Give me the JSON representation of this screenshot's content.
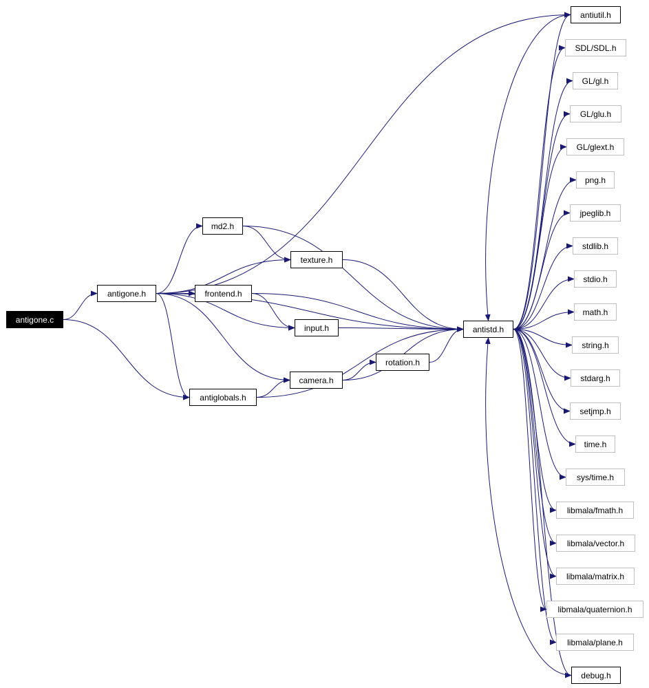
{
  "colors": {
    "edge": "#191970",
    "root_fill": "#000000",
    "root_text": "#ffffff",
    "project_border": "#000000",
    "external_border": "#bfbfbf"
  },
  "nodes": [
    {
      "id": "antigone_c",
      "label": "antigone.c",
      "kind": "root"
    },
    {
      "id": "antigone_h",
      "label": "antigone.h",
      "kind": "project"
    },
    {
      "id": "antiglobals_h",
      "label": "antiglobals.h",
      "kind": "project"
    },
    {
      "id": "md2_h",
      "label": "md2.h",
      "kind": "project"
    },
    {
      "id": "texture_h",
      "label": "texture.h",
      "kind": "project"
    },
    {
      "id": "frontend_h",
      "label": "frontend.h",
      "kind": "project"
    },
    {
      "id": "input_h",
      "label": "input.h",
      "kind": "project"
    },
    {
      "id": "camera_h",
      "label": "camera.h",
      "kind": "project"
    },
    {
      "id": "rotation_h",
      "label": "rotation.h",
      "kind": "project"
    },
    {
      "id": "antistd_h",
      "label": "antistd.h",
      "kind": "project"
    },
    {
      "id": "antiutil_h",
      "label": "antiutil.h",
      "kind": "project"
    },
    {
      "id": "debug_h",
      "label": "debug.h",
      "kind": "project"
    },
    {
      "id": "sdl_h",
      "label": "SDL/SDL.h",
      "kind": "external"
    },
    {
      "id": "gl_h",
      "label": "GL/gl.h",
      "kind": "external"
    },
    {
      "id": "glu_h",
      "label": "GL/glu.h",
      "kind": "external"
    },
    {
      "id": "glext_h",
      "label": "GL/glext.h",
      "kind": "external"
    },
    {
      "id": "png_h",
      "label": "png.h",
      "kind": "external"
    },
    {
      "id": "jpeglib_h",
      "label": "jpeglib.h",
      "kind": "external"
    },
    {
      "id": "stdlib_h",
      "label": "stdlib.h",
      "kind": "external"
    },
    {
      "id": "stdio_h",
      "label": "stdio.h",
      "kind": "external"
    },
    {
      "id": "math_h",
      "label": "math.h",
      "kind": "external"
    },
    {
      "id": "string_h",
      "label": "string.h",
      "kind": "external"
    },
    {
      "id": "stdarg_h",
      "label": "stdarg.h",
      "kind": "external"
    },
    {
      "id": "setjmp_h",
      "label": "setjmp.h",
      "kind": "external"
    },
    {
      "id": "time_h",
      "label": "time.h",
      "kind": "external"
    },
    {
      "id": "systime_h",
      "label": "sys/time.h",
      "kind": "external"
    },
    {
      "id": "fmath_h",
      "label": "libmala/fmath.h",
      "kind": "external"
    },
    {
      "id": "vector_h",
      "label": "libmala/vector.h",
      "kind": "external"
    },
    {
      "id": "matrix_h",
      "label": "libmala/matrix.h",
      "kind": "external"
    },
    {
      "id": "quaternion_h",
      "label": "libmala/quaternion.h",
      "kind": "external"
    },
    {
      "id": "plane_h",
      "label": "libmala/plane.h",
      "kind": "external"
    }
  ],
  "edges": [
    [
      "antigone_c",
      "antigone_h"
    ],
    [
      "antigone_c",
      "antiglobals_h"
    ],
    [
      "antigone_h",
      "antiutil_h"
    ],
    [
      "antigone_h",
      "md2_h"
    ],
    [
      "antigone_h",
      "texture_h"
    ],
    [
      "antigone_h",
      "frontend_h"
    ],
    [
      "antigone_h",
      "input_h"
    ],
    [
      "antigone_h",
      "camera_h"
    ],
    [
      "antigone_h",
      "antiglobals_h"
    ],
    [
      "antigone_h",
      "antistd_h"
    ],
    [
      "md2_h",
      "texture_h"
    ],
    [
      "md2_h",
      "antistd_h"
    ],
    [
      "texture_h",
      "antistd_h"
    ],
    [
      "frontend_h",
      "input_h"
    ],
    [
      "frontend_h",
      "antistd_h"
    ],
    [
      "input_h",
      "antistd_h"
    ],
    [
      "camera_h",
      "rotation_h"
    ],
    [
      "camera_h",
      "antistd_h"
    ],
    [
      "rotation_h",
      "antistd_h"
    ],
    [
      "antiglobals_h",
      "camera_h"
    ],
    [
      "antiglobals_h",
      "antistd_h"
    ],
    [
      "antistd_h",
      "antiutil_h"
    ],
    [
      "antistd_h",
      "sdl_h"
    ],
    [
      "antistd_h",
      "gl_h"
    ],
    [
      "antistd_h",
      "glu_h"
    ],
    [
      "antistd_h",
      "glext_h"
    ],
    [
      "antistd_h",
      "png_h"
    ],
    [
      "antistd_h",
      "jpeglib_h"
    ],
    [
      "antistd_h",
      "stdlib_h"
    ],
    [
      "antistd_h",
      "stdio_h"
    ],
    [
      "antistd_h",
      "math_h"
    ],
    [
      "antistd_h",
      "string_h"
    ],
    [
      "antistd_h",
      "stdarg_h"
    ],
    [
      "antistd_h",
      "setjmp_h"
    ],
    [
      "antistd_h",
      "time_h"
    ],
    [
      "antistd_h",
      "systime_h"
    ],
    [
      "antistd_h",
      "fmath_h"
    ],
    [
      "antistd_h",
      "vector_h"
    ],
    [
      "antistd_h",
      "matrix_h"
    ],
    [
      "antistd_h",
      "quaternion_h"
    ],
    [
      "antistd_h",
      "plane_h"
    ],
    [
      "antistd_h",
      "debug_h"
    ],
    [
      "antiutil_h",
      "antistd_h"
    ],
    [
      "debug_h",
      "antistd_h"
    ]
  ]
}
